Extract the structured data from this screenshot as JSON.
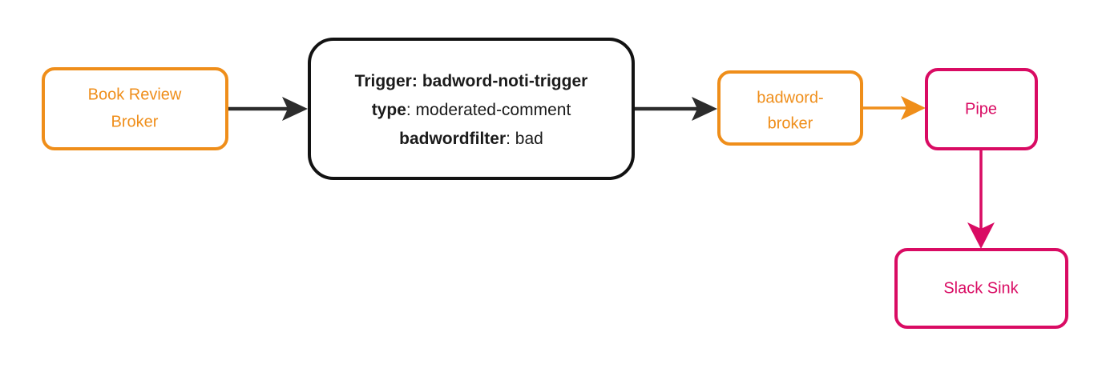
{
  "diagram": {
    "type": "flowchart",
    "direction": "left-to-right",
    "background": "#ffffff",
    "colors": {
      "orange": "#ef8e1a",
      "pink": "#d90b63",
      "black": "#121212",
      "dark_edge": "#2c2c2c",
      "text_dark": "#1b1b1b",
      "canvas": "#ffffff"
    },
    "nodes": {
      "book_review_broker": {
        "id": "book-review-broker",
        "lines": [
          "Book Review",
          "Broker"
        ],
        "shape": "rounded-rect",
        "color": "#ef8e1a"
      },
      "trigger": {
        "id": "badword-noti-trigger",
        "shape": "rounded-rect",
        "color": "#121212",
        "rows": [
          {
            "key": "Trigger:",
            "value": "badword-noti-trigger",
            "value_bold": true
          },
          {
            "key": "type",
            "value": ": moderated-comment",
            "value_bold": false
          },
          {
            "key": "badwordfilter",
            "value": ": bad",
            "value_bold": false
          }
        ]
      },
      "badword_broker": {
        "id": "badword-broker",
        "lines": [
          "badword-",
          "broker"
        ],
        "shape": "rounded-rect",
        "color": "#ef8e1a"
      },
      "pipe": {
        "id": "pipe",
        "lines": [
          "Pipe"
        ],
        "shape": "rounded-rect",
        "color": "#d90b63"
      },
      "slack_sink": {
        "id": "slack-sink",
        "lines": [
          "Slack Sink"
        ],
        "shape": "rounded-rect",
        "color": "#d90b63"
      }
    },
    "edges": [
      {
        "id": "edge-broker-to-trigger",
        "from": "book-review-broker",
        "to": "badword-noti-trigger",
        "color": "#2c2c2c",
        "label": ""
      },
      {
        "id": "edge-trigger-to-badword-broker",
        "from": "badword-noti-trigger",
        "to": "badword-broker",
        "color": "#2c2c2c",
        "label": ""
      },
      {
        "id": "edge-badword-broker-to-pipe",
        "from": "badword-broker",
        "to": "pipe",
        "color": "#ef8e1a",
        "label": ""
      },
      {
        "id": "edge-pipe-to-slack-sink",
        "from": "pipe",
        "to": "slack-sink",
        "color": "#d90b63",
        "label": ""
      }
    ]
  }
}
